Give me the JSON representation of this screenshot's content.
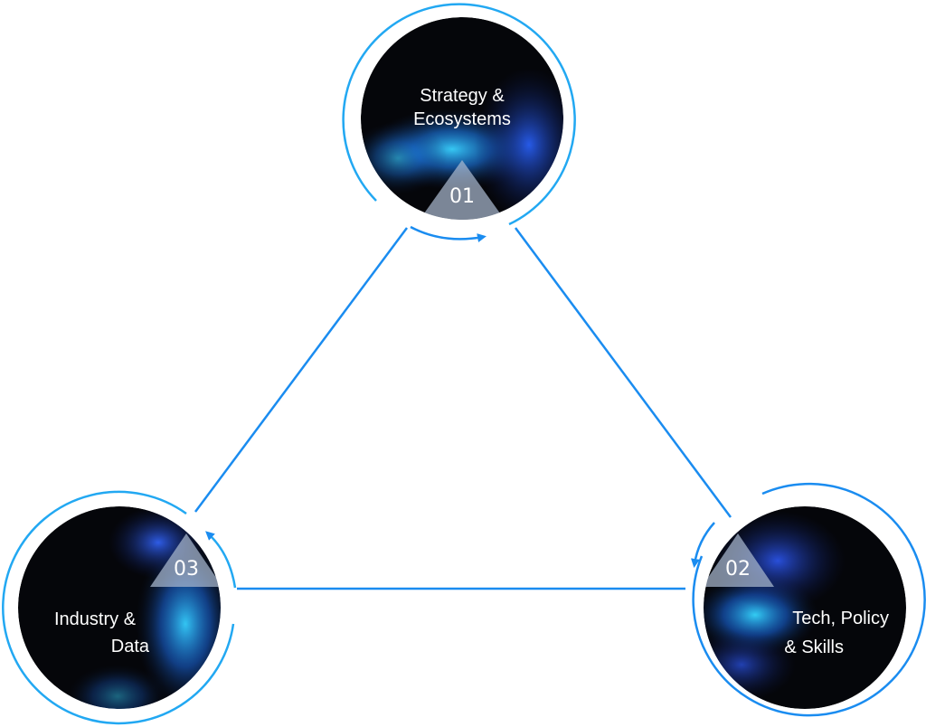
{
  "diagram": {
    "colors": {
      "accent": "#1a8cf0",
      "accent_light": "#2bc3f5",
      "node_fill": "#05060a",
      "badge": "#a9b9cf",
      "text": "#ffffff"
    },
    "nodes": [
      {
        "number": "01",
        "title_line1": "Strategy &",
        "title_line2": "Ecosystems"
      },
      {
        "number": "02",
        "title_line1": "Tech, Policy",
        "title_line2": "& Skills"
      },
      {
        "number": "03",
        "title_line1": "Industry &",
        "title_line2": "Data"
      }
    ],
    "flow": [
      "01",
      "02",
      "03",
      "01"
    ]
  }
}
